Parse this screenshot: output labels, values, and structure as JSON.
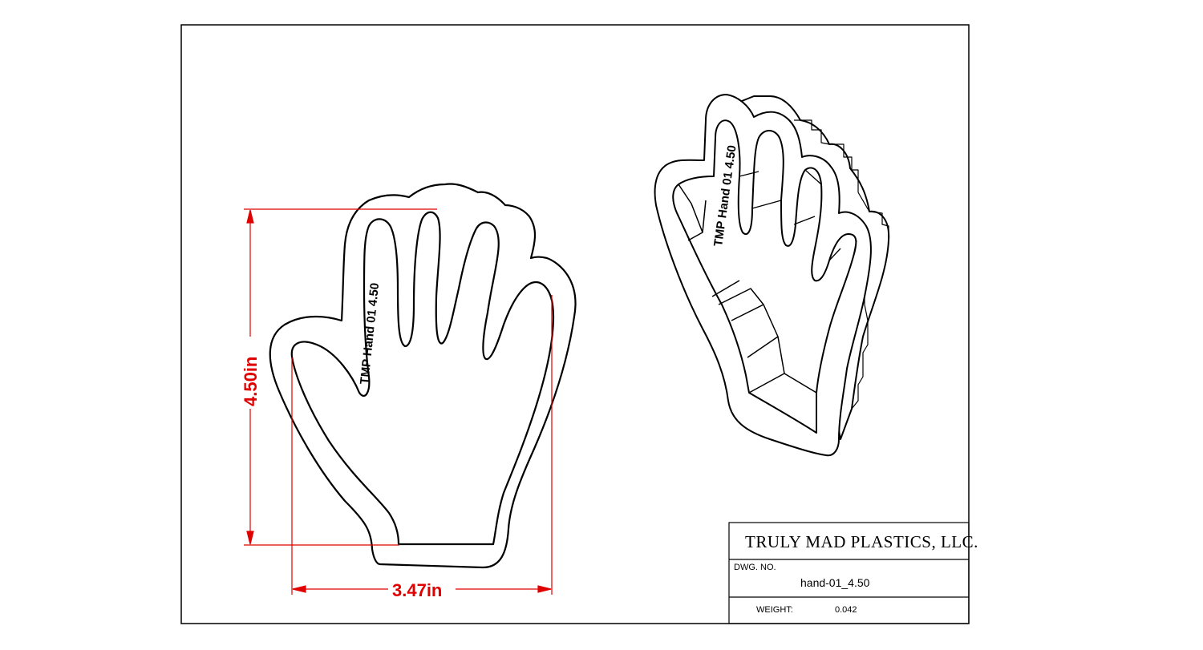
{
  "title_block": {
    "company": "TRULY MAD PLASTICS, LLC.",
    "dwg_no_label": "DWG.  NO.",
    "dwg_no_value": "hand-01_4.50",
    "weight_label": "WEIGHT:",
    "weight_value": "0.042"
  },
  "dimensions": {
    "height_label": "4.50in",
    "width_label": "3.47in"
  },
  "part_engraving": "TMP Hand 01  4.50",
  "colors": {
    "line": "#000000",
    "dimension": "#e00000",
    "paper": "#ffffff"
  }
}
